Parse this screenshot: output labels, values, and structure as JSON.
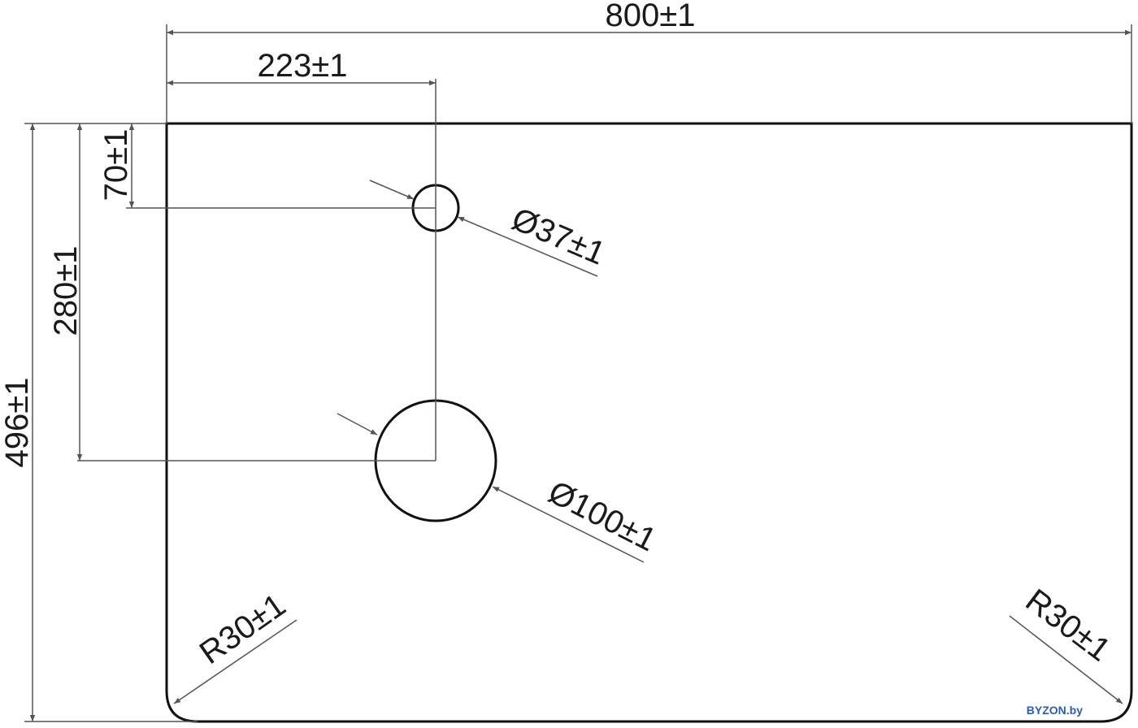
{
  "dimensions": {
    "width_total": "800±1",
    "hole_offset_x": "223±1",
    "height_total": "496±1",
    "small_hole_offset_y": "70±1",
    "large_hole_offset_y": "280±1",
    "small_hole_diameter": "Ø37±1",
    "large_hole_diameter": "Ø100±1",
    "radius_left": "R30±1",
    "radius_right": "R30±1"
  },
  "watermark": "BYZON.by",
  "colors": {
    "outline": "#111111",
    "dimension_line": "#555555",
    "watermark": "#2a5db0"
  }
}
